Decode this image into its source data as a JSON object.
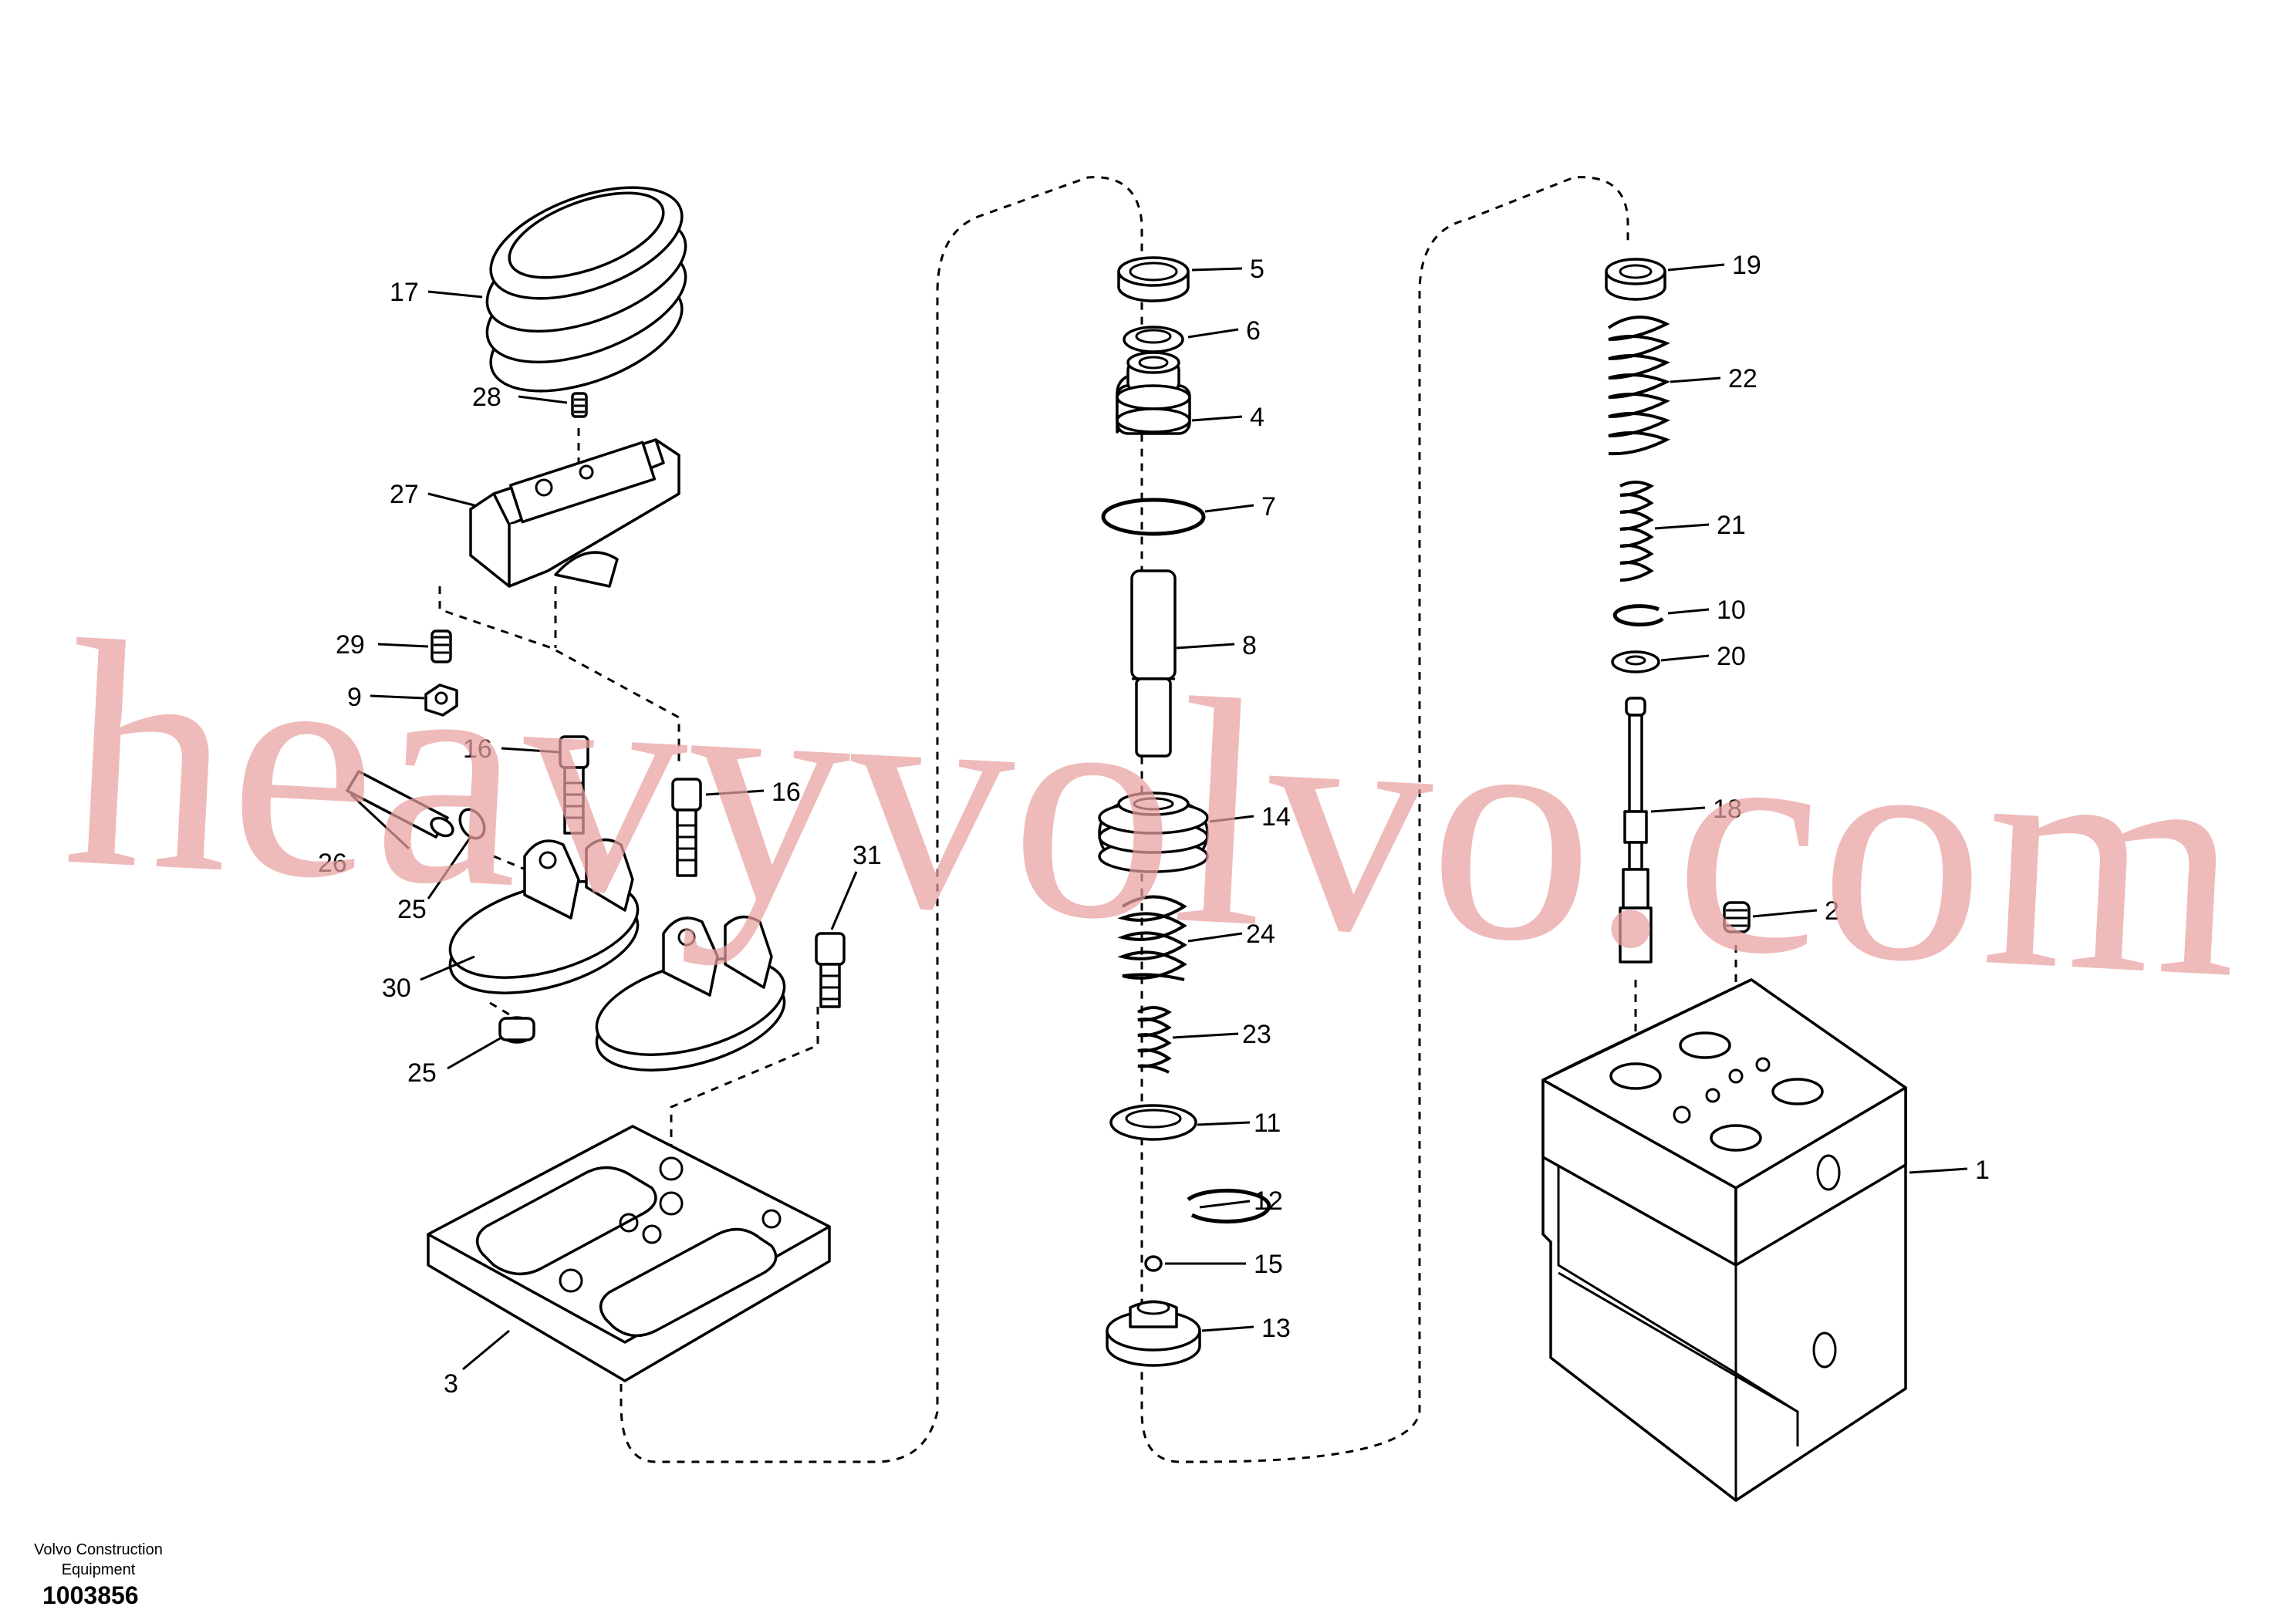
{
  "watermark": "heavyvolvo.com",
  "footer": {
    "company_line1": "Volvo Construction",
    "company_line2": "Equipment",
    "drawing_number": "1003856"
  },
  "callouts": {
    "c1": "1",
    "c2": "2",
    "c3": "3",
    "c4": "4",
    "c5": "5",
    "c6": "6",
    "c7": "7",
    "c8": "8",
    "c9": "9",
    "c10": "10",
    "c11": "11",
    "c12": "12",
    "c13": "13",
    "c14": "14",
    "c15": "15",
    "c16a": "16",
    "c16b": "16",
    "c17": "17",
    "c18": "18",
    "c19": "19",
    "c20": "20",
    "c21": "21",
    "c22": "22",
    "c23": "23",
    "c24": "24",
    "c25a": "25",
    "c25b": "25",
    "c26": "26",
    "c27": "27",
    "c28": "28",
    "c29": "29",
    "c30": "30",
    "c31": "31"
  }
}
